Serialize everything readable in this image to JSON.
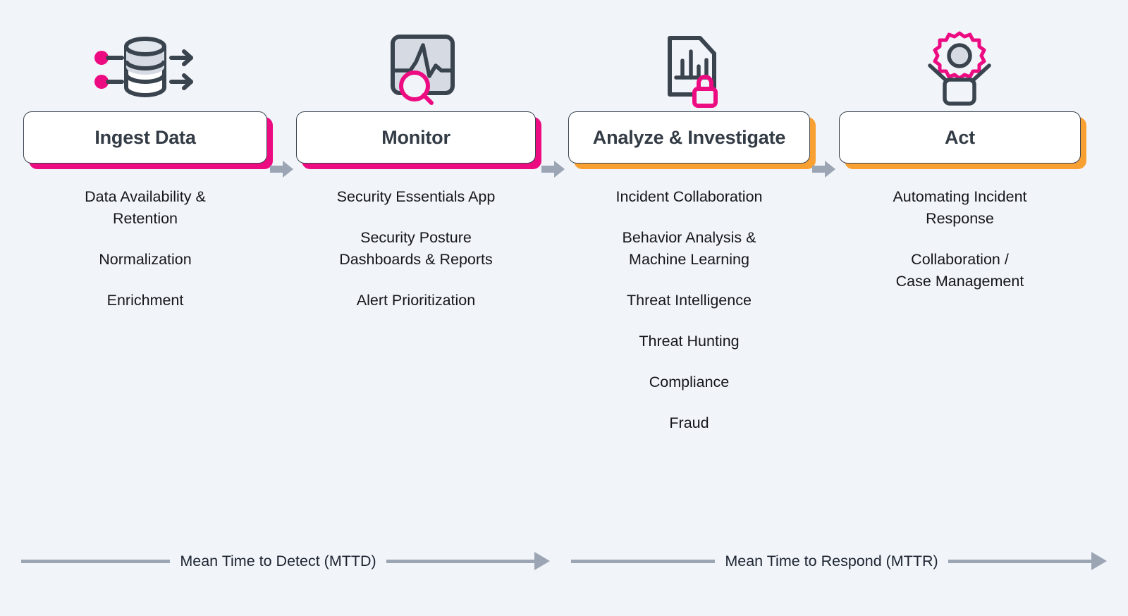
{
  "theme": {
    "background": "#F1F4F9",
    "card_background": "#FFFFFF",
    "card_border": "#3A444F",
    "accent_magenta": "#ED0B82",
    "accent_orange": "#F9A033",
    "ink": "#333B45",
    "arrow_gray": "#9BA5B4",
    "icon_fill_gray": "#D5DAE3"
  },
  "stages": [
    {
      "id": "ingest-data",
      "title": "Ingest Data",
      "accent": "#ED0B82",
      "icon": "database-ingest-icon",
      "items": [
        "Data Availability &\nRetention",
        "Normalization",
        "Enrichment"
      ]
    },
    {
      "id": "monitor",
      "title": "Monitor",
      "accent": "#ED0B82",
      "icon": "monitor-pulse-search-icon",
      "items": [
        "Security Essentials App",
        "Security Posture\nDashboards & Reports",
        "Alert Prioritization"
      ]
    },
    {
      "id": "analyze-investigate",
      "title": "Analyze & Investigate",
      "accent": "#F9A033",
      "icon": "document-chart-lock-icon",
      "items": [
        "Incident Collaboration",
        "Behavior Analysis &\nMachine Learning",
        "Threat Intelligence",
        "Threat Hunting",
        "Compliance",
        "Fraud"
      ]
    },
    {
      "id": "act",
      "title": "Act",
      "accent": "#F9A033",
      "icon": "open-box-gear-icon",
      "items": [
        "Automating Incident\nResponse",
        "Collaboration /\nCase Management"
      ]
    }
  ],
  "connectors": [
    {
      "id": "connector-1",
      "name": "arrow-ingest-to-monitor"
    },
    {
      "id": "connector-2",
      "name": "arrow-monitor-to-analyze"
    },
    {
      "id": "connector-3",
      "name": "arrow-analyze-to-act"
    }
  ],
  "metrics": [
    {
      "id": "mttd",
      "label": "Mean Time to Detect (MTTD)"
    },
    {
      "id": "mttr",
      "label": "Mean Time to Respond (MTTR)"
    }
  ]
}
